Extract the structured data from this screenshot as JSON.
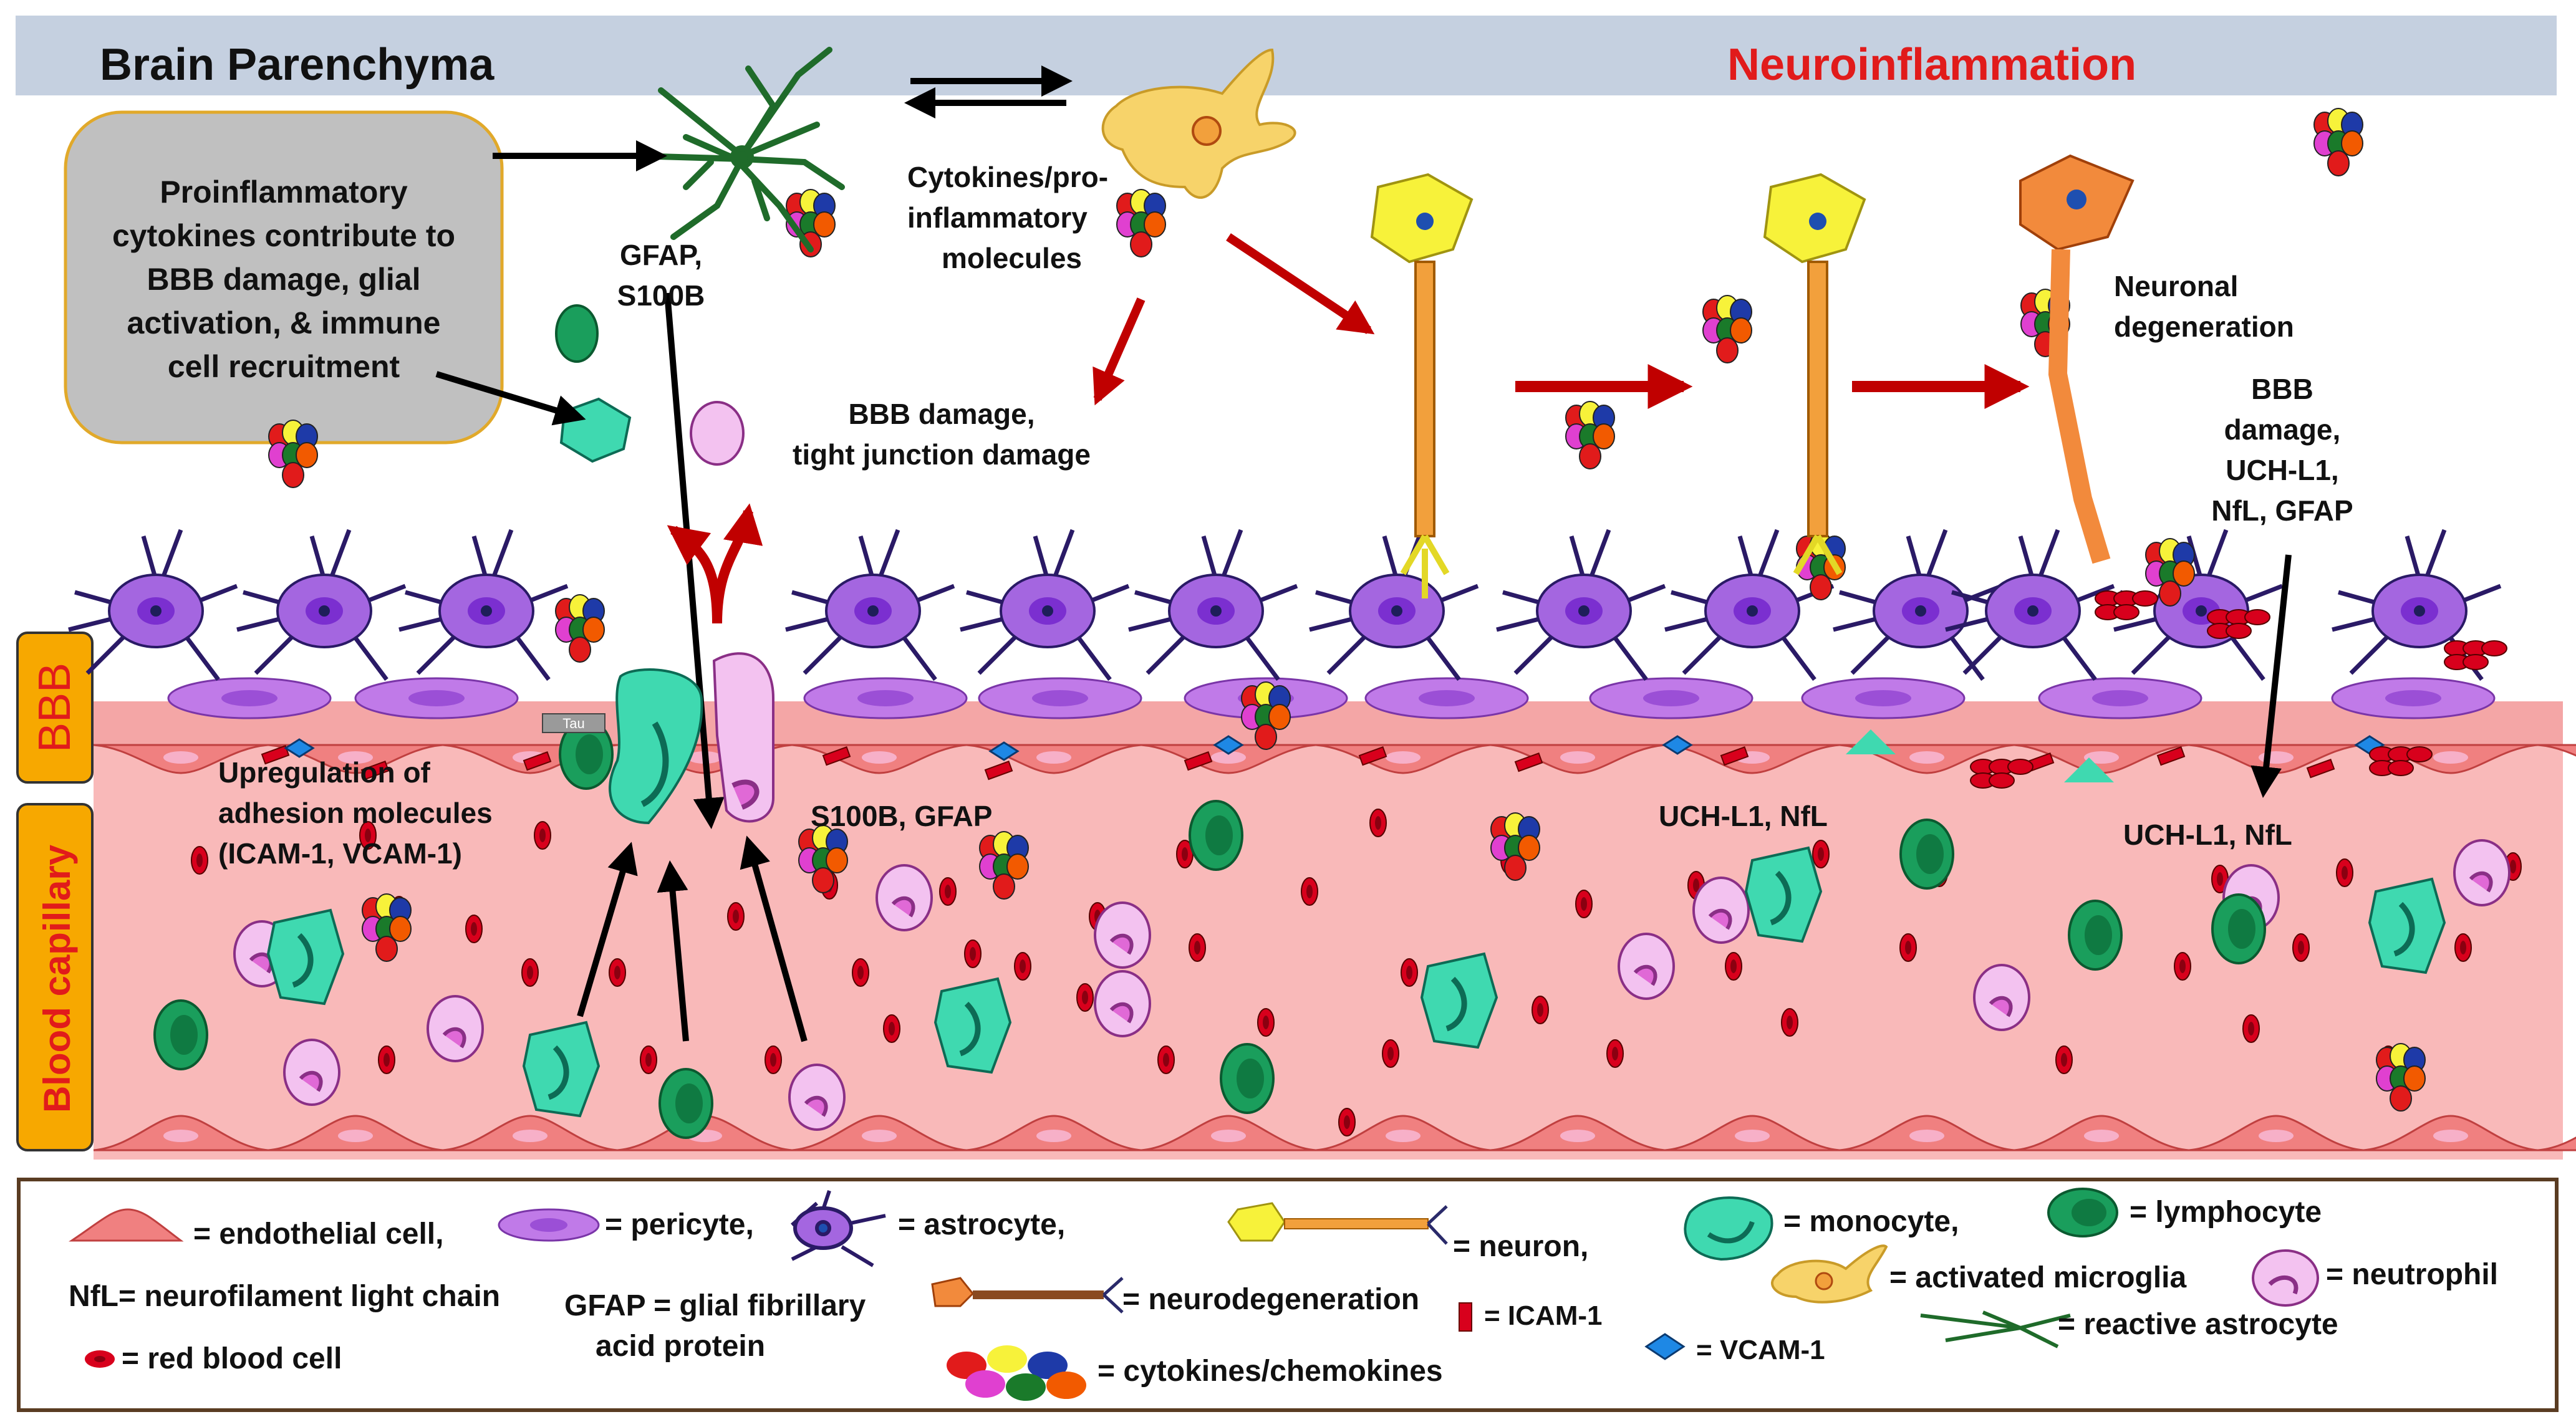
{
  "header": {
    "left_title": "Brain Parenchyma",
    "right_title": "Neuroinflammation",
    "band_color": "#c5d0e0",
    "accent_red": "#e11b1b"
  },
  "side_labels": {
    "bbb": "BBB",
    "capillary": "Blood capillary",
    "tab_color": "#f7a800"
  },
  "callout": {
    "lines": [
      "Proinflammatory",
      "cytokines contribute to",
      "BBB damage, glial",
      "activation, & immune",
      "cell recruitment"
    ]
  },
  "labels": {
    "gfap_s100b": [
      "GFAP,",
      "S100B"
    ],
    "cytokines": [
      "Cytokines/pro-",
      "inflammatory",
      "molecules"
    ],
    "bbb_damage_tj": [
      "BBB damage,",
      "tight junction damage"
    ],
    "neuronal_degeneration": [
      "Neuronal",
      "degeneration"
    ],
    "bbb_damage_markers": [
      "BBB",
      "damage,",
      "UCH-L1,",
      "NfL, GFAP"
    ],
    "upregulation": [
      "Upregulation of",
      "adhesion molecules",
      "(ICAM-1, VCAM-1)"
    ],
    "s100b_gfap": "S100B, GFAP",
    "uchl1_nfl_mid": "UCH-L1, NfL",
    "uchl1_nfl_right": "UCH-L1, NfL",
    "tau": "Tau"
  },
  "legend": {
    "endothelial": "= endothelial cell,",
    "pericyte": "= pericyte,",
    "astrocyte": "= astrocyte,",
    "neuron": "= neuron,",
    "monocyte": "= monocyte,",
    "lymphocyte": "= lymphocyte",
    "nfl": "NfL= neurofilament light chain",
    "gfap": [
      "GFAP = glial fibrillary",
      "acid protein"
    ],
    "neurodegeneration": "= neurodegeneration",
    "icam": "= ICAM-1",
    "microglia": "= activated microglia",
    "neutrophil": "= neutrophil",
    "reactive_astrocyte": "= reactive astrocyte",
    "rbc": "= red blood cell",
    "cytokines": "= cytokines/chemokines",
    "vcam": "= VCAM-1"
  },
  "icons": [
    "endothelial-cell",
    "pericyte",
    "astrocyte",
    "neuron",
    "monocyte",
    "lymphocyte",
    "activated-microglia",
    "neutrophil",
    "reactive-astrocyte",
    "red-blood-cell",
    "icam-1",
    "vcam-1",
    "cytokine-cluster",
    "tight-junction"
  ],
  "colors": {
    "capillary": "#f9b9b9",
    "endothelial": "#f08080",
    "pericyte": "#c07ae8",
    "astrocyte": "#a466e0",
    "monocyte": "#3fd9b0",
    "lymphocyte": "#1a9e5c",
    "neutrophil": "#f3c2f0",
    "rbc": "#d8001c",
    "neuron": "#f7f23a",
    "microglia": "#f7d36a",
    "degeneration": "#f28a3c",
    "vcam": "#1e88e5",
    "arrow_red": "#c00000"
  }
}
